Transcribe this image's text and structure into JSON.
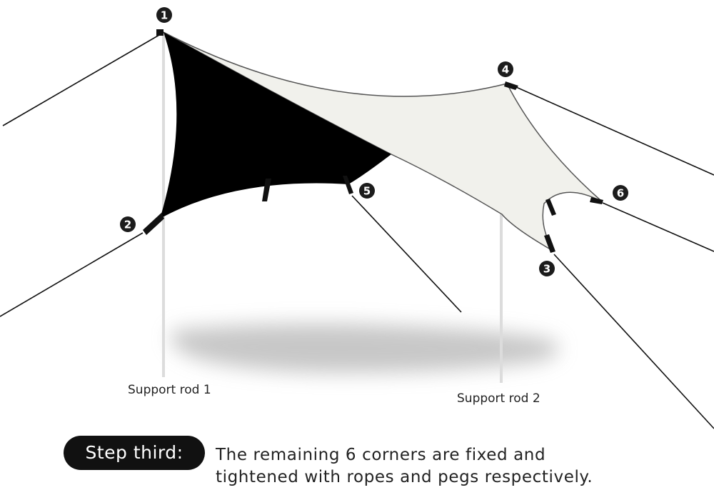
{
  "labels": {
    "rod1": "Support rod 1",
    "rod2": "Support rod 2"
  },
  "step": {
    "badge": "Step third:",
    "line1": "The remaining 6 corners are fixed and",
    "line2": "tightened with ropes and pegs respectively."
  },
  "markers": [
    "1",
    "2",
    "3",
    "4",
    "5",
    "6"
  ],
  "colors": {
    "canopy_dark": "#000000",
    "canopy_light": "#f1f1ec",
    "rope": "#111111",
    "rod": "#dcdcdc",
    "badge_bg": "#111111"
  }
}
